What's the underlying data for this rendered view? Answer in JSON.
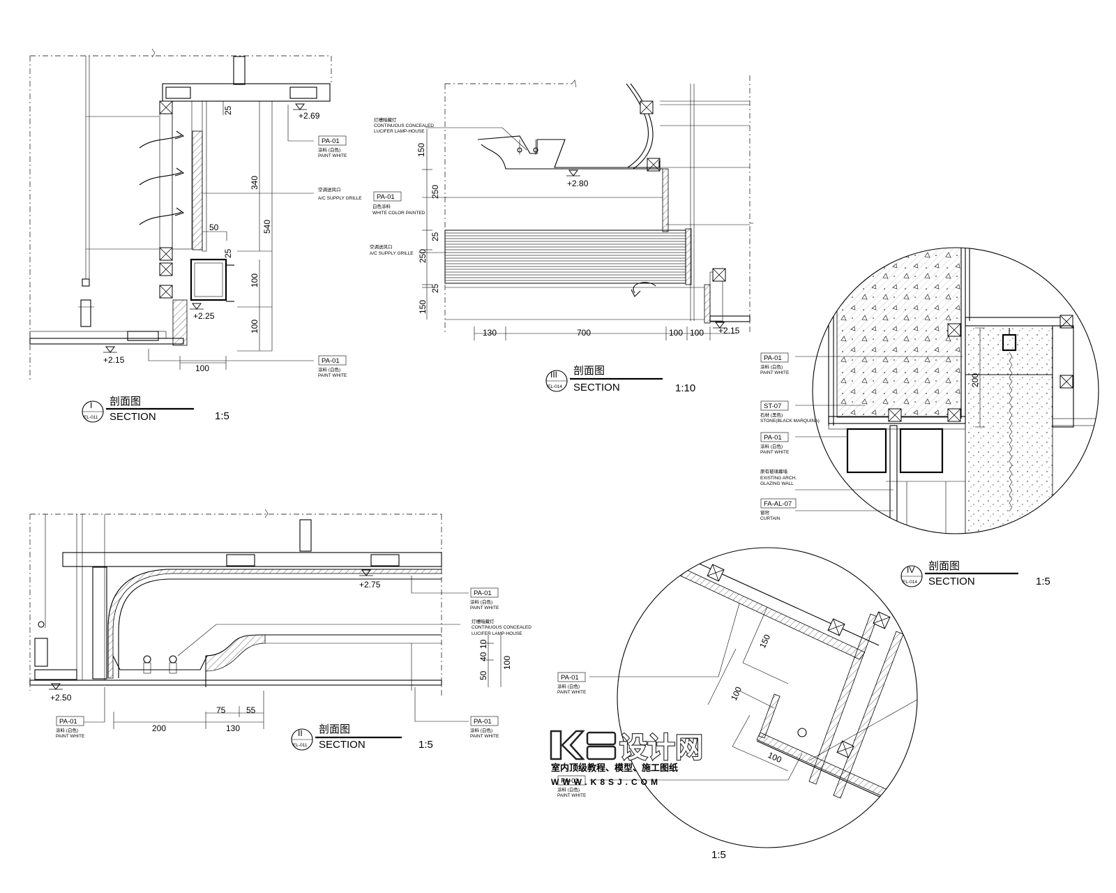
{
  "drawings": {
    "section1": {
      "number": "I",
      "sheet_ref": "EL-011",
      "title_cn": "剖面图",
      "title_en": "SECTION",
      "scale": "1:5",
      "levels": [
        "+2.69",
        "+2.25",
        "+2.15"
      ],
      "dims": [
        "25",
        "340",
        "540",
        "50",
        "25",
        "100",
        "100",
        "100"
      ],
      "callouts": [
        {
          "code": "PA-01",
          "cn": "涂料 (白色)",
          "en": "PAINT WHITE"
        },
        {
          "code": "",
          "cn": "空调送风口",
          "en": "A/C SUPPLY GRILLE"
        },
        {
          "code": "PA-01",
          "cn": "涂料 (白色)",
          "en": "PAINT WHITE"
        }
      ]
    },
    "section2": {
      "number": "II",
      "sheet_ref": "EL-011",
      "title_cn": "剖面图",
      "title_en": "SECTION",
      "scale": "1:5",
      "levels": [
        "+2.75",
        "+2.50"
      ],
      "dims": [
        "10",
        "40",
        "50",
        "100",
        "75",
        "55",
        "200",
        "130"
      ],
      "callouts": [
        {
          "code": "PA-01",
          "cn": "涂料 (白色)",
          "en": "PAINT WHITE"
        },
        {
          "code": "",
          "cn": "灯槽暗藏灯",
          "en": "CONTINUOUS CONCEALED",
          "en2": "LUCIFER LAMP-HOUSE"
        },
        {
          "code": "PA-01",
          "cn": "涂料 (白色)",
          "en": "PAINT WHITE"
        },
        {
          "code": "PA-01",
          "cn": "涂料 (白色)",
          "en": "PAINT WHITE"
        }
      ]
    },
    "section3": {
      "number": "III",
      "sheet_ref": "EL-014",
      "title_cn": "剖面图",
      "title_en": "SECTION",
      "scale": "1:10",
      "levels": [
        "+2.80",
        "+2.15"
      ],
      "dims_vertical": [
        "150",
        "250",
        "25",
        "250",
        "25",
        "150"
      ],
      "dims_horizontal": [
        "130",
        "700",
        "100",
        "100"
      ],
      "callouts": [
        {
          "code": "",
          "cn": "灯槽暗藏灯",
          "en": "CONTINUOUS CONCEALED",
          "en2": "LUCIFER LAMP-HOUSE"
        },
        {
          "code": "PA-01",
          "cn": "白色涂料",
          "en": "WHITE COLOR PAINTED"
        },
        {
          "code": "",
          "cn": "空调送风口",
          "en": "A/C SUPPLY GRILLE"
        }
      ]
    },
    "section4": {
      "number": "IV",
      "sheet_ref": "EL-014",
      "title_cn": "剖面图",
      "title_en": "SECTION",
      "scale": "1:5",
      "dims": [
        "200"
      ],
      "callouts": [
        {
          "code": "PA-01",
          "cn": "涂料 (白色)",
          "en": "PAINT WHITE"
        },
        {
          "code": "ST-07",
          "cn": "石材 (黑色)",
          "en": "STONE(BLACK MARQUINA)"
        },
        {
          "code": "PA-01",
          "cn": "涂料 (白色)",
          "en": "PAINT WHITE"
        },
        {
          "code": "",
          "cn": "原有玻璃幕墙",
          "en": "EXISTING   ARCH.",
          "en2": "GLAZING WALL"
        },
        {
          "code": "FA-AL-07",
          "cn": "窗帘",
          "en": "CURTAIN"
        }
      ]
    },
    "detail5": {
      "scale": "1:5",
      "dims": [
        "150",
        "100",
        "100"
      ],
      "callouts": [
        {
          "code": "PA-01",
          "cn": "涂料 (白色)",
          "en": "PAINT WHITE"
        },
        {
          "code": "PA-01",
          "cn": "涂料 (白色)",
          "en": "PAINT WHITE"
        }
      ]
    }
  },
  "watermark": {
    "brand": "设计网",
    "slogan": "室内顶级教程、模型、施工图纸",
    "url": "WWW.K8SJ.COM"
  }
}
